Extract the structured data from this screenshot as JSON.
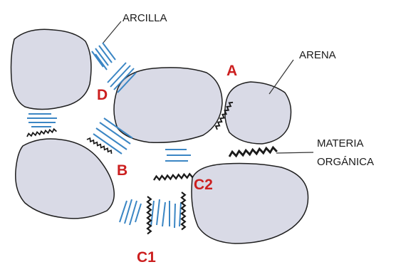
{
  "labels": {
    "clay": "ARCILLA",
    "sand": "ARENA",
    "organic_line1": "MATERIA",
    "organic_line2": "ORGÁNICA",
    "bond_a": "A",
    "bond_b": "B",
    "bond_c1": "C1",
    "bond_c2": "C2",
    "bond_d": "D"
  },
  "colors": {
    "particle_fill": "#d9dae6",
    "particle_stroke": "#1f1f1f",
    "clay": "#3b86c4",
    "organic": "#1a1a1a",
    "bond_label": "#cc1f1f"
  }
}
